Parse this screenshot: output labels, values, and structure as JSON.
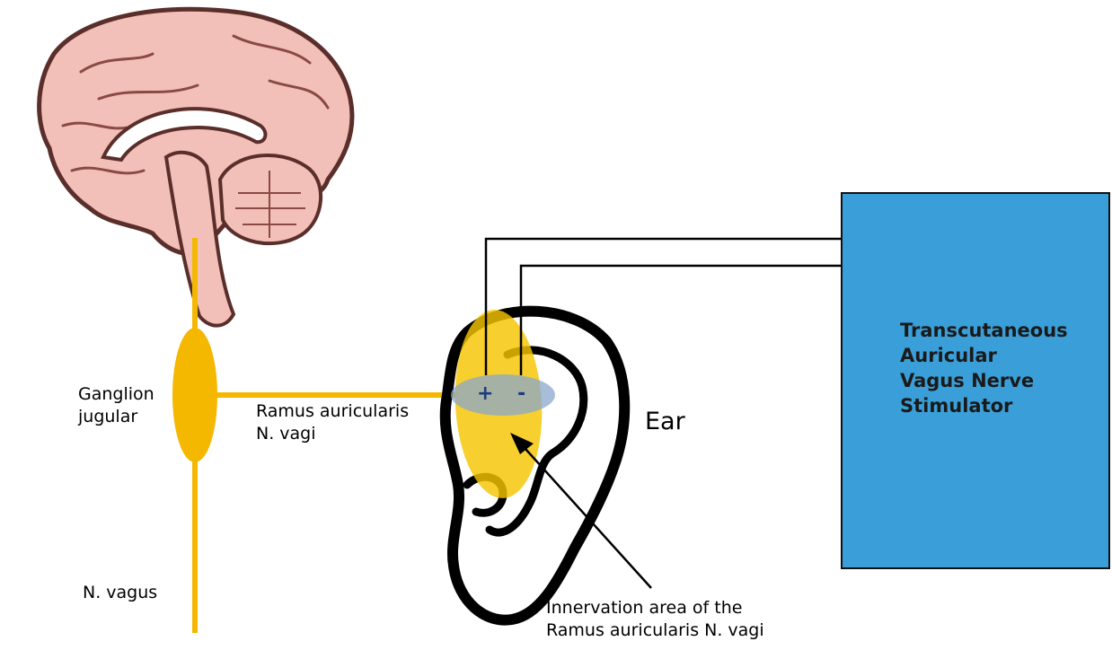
{
  "labels": {
    "ganglion": [
      "Ganglion",
      "jugular"
    ],
    "ramus": [
      "Ramus auricularis",
      "N. vagi"
    ],
    "ear": "Ear",
    "n_vagus": "N. vagus",
    "innervation": [
      "Innervation area of the",
      "Ramus auricularis N. vagi"
    ],
    "stimulator": [
      "Transcutaneous",
      "Auricular",
      "Vagus Nerve",
      "Stimulator"
    ],
    "electrode_plus": "+",
    "electrode_minus": "-"
  },
  "colors": {
    "nerve": "#f5b800",
    "innervation_area": "#f5c400",
    "stimulator_box": "#3a9fd8",
    "brain": "#f2c0b8",
    "electrode": "#8aa7cc"
  },
  "icons": [
    "brain-icon",
    "ear-icon"
  ]
}
